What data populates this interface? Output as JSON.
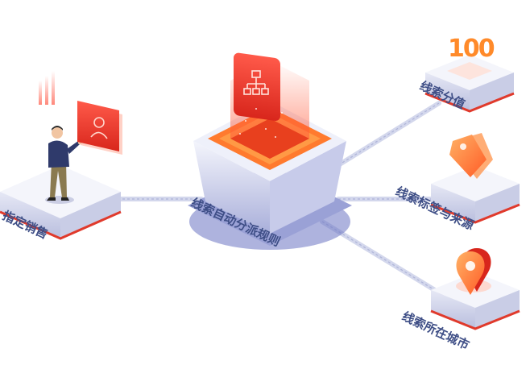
{
  "diagram": {
    "center_label": "线索自动分派规则",
    "left_label": "指定销售",
    "score_number": "100",
    "branches": [
      {
        "label": "线索分值",
        "icon": "score-100-icon"
      },
      {
        "label": "线索标签与来源",
        "icon": "tag-icon"
      },
      {
        "label": "线索所在城市",
        "icon": "location-pin-icon"
      }
    ],
    "colors": {
      "accent_red": "#e63a2c",
      "accent_orange": "#ff7a36",
      "platform_top": "#f3f4fa",
      "platform_side": "#c7cbe6",
      "label_text": "#3e4e86"
    }
  }
}
